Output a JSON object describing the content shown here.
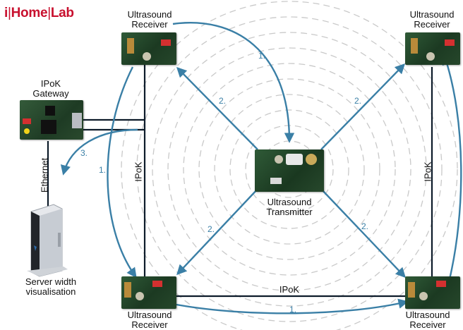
{
  "logo": {
    "prefix": "i",
    "word1": "Home",
    "word2": "Lab"
  },
  "nodes": {
    "receiver_top_left": "Ultrasound\nReceiver",
    "receiver_top_right": "Ultrasound\nReceiver",
    "receiver_bottom_left": "Ultrasound\nReceiver",
    "receiver_bottom_right": "Ultrasound\nReceiver",
    "gateway": "IPoK\nGateway",
    "transmitter": "Ultrasound\nTransmitter",
    "server": "Server width\nvisualisation"
  },
  "links": {
    "ipok_left": "IPoK",
    "ipok_right": "IPoK",
    "ipok_bottom": "IPoK",
    "ethernet": "Ethernet"
  },
  "steps": {
    "top_arc": "1.",
    "left_arc": "1.",
    "bottom_arc": "1.",
    "diag_tl": "2.",
    "diag_tr": "2.",
    "diag_bl": "2.",
    "diag_br": "2.",
    "gateway_return": "3."
  },
  "colors": {
    "accent": "#3a7fa6",
    "circle": "#c9c9c9",
    "board": "#1f4a2a",
    "logo": "#c8102e"
  }
}
